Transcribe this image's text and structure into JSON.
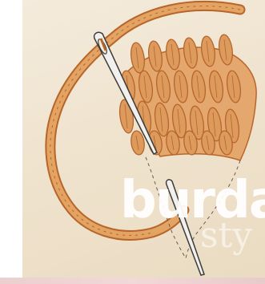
{
  "watermark": {
    "word": "burda",
    "sub": "sty"
  },
  "colors": {
    "thread": "#d98e48",
    "thread_dark": "#b8652a",
    "stitch_fill": "#dc9a5c",
    "paper": "#f1e4cf",
    "needle": "#ece9e4"
  },
  "icons": [
    "needle-icon",
    "needle-icon-lower"
  ]
}
